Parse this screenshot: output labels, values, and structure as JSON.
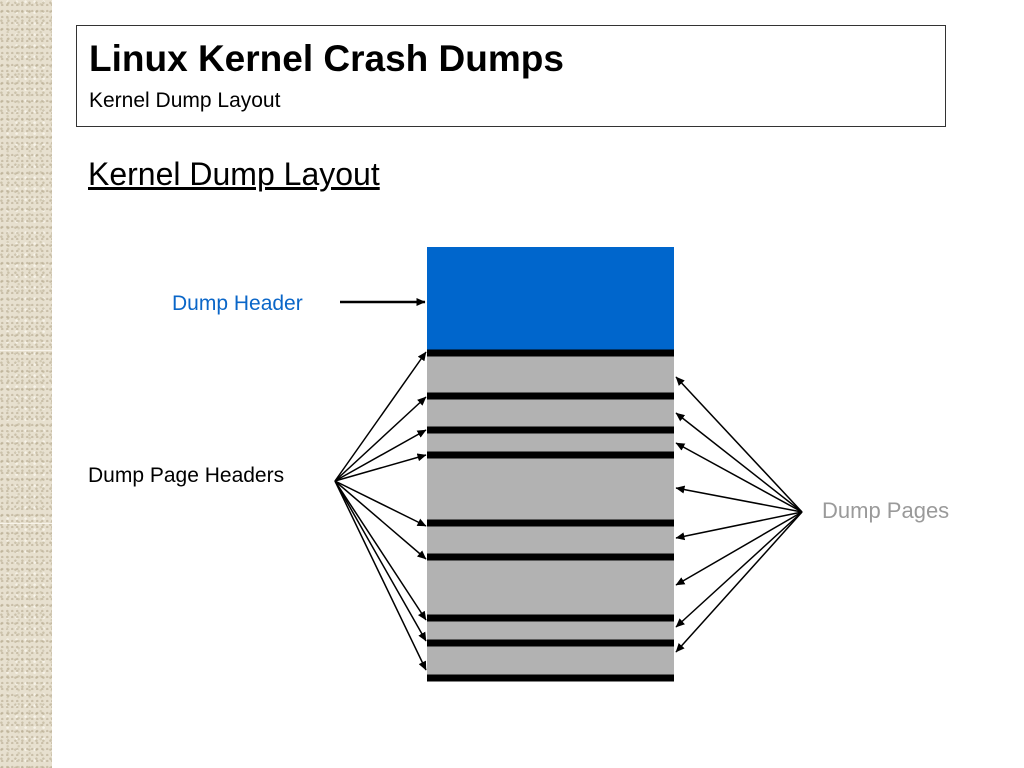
{
  "slide": {
    "title": "Linux Kernel Crash Dumps",
    "subtitle": "Kernel Dump Layout",
    "heading": "Kernel Dump Layout"
  },
  "diagram": {
    "labels": {
      "dump_header": "Dump Header",
      "dump_page_headers": "Dump Page Headers",
      "dump_pages": "Dump Pages"
    },
    "colors": {
      "dump_header_fill": "#0066CC",
      "dump_page_fill": "#B2B2B2",
      "page_header_bar": "#000000",
      "dump_header_label": "#0A66C8",
      "dump_pages_label": "#9A9A9A"
    }
  }
}
